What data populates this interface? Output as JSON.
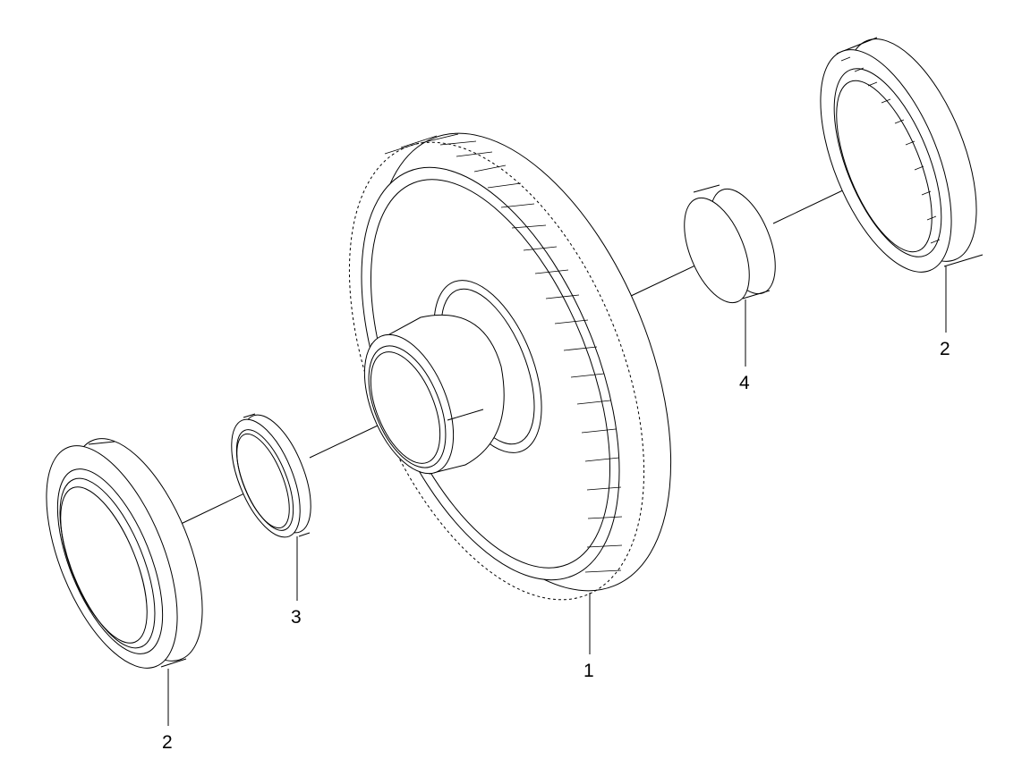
{
  "diagram": {
    "parts": [
      {
        "id": "gear",
        "label": "1",
        "name": "spur-gear"
      },
      {
        "id": "bearing-left",
        "label": "2",
        "name": "bearing"
      },
      {
        "id": "bearing-right",
        "label": "2",
        "name": "bearing"
      },
      {
        "id": "ring-left",
        "label": "3",
        "name": "bearing-race"
      },
      {
        "id": "ring-right",
        "label": "4",
        "name": "bearing-race"
      }
    ]
  }
}
